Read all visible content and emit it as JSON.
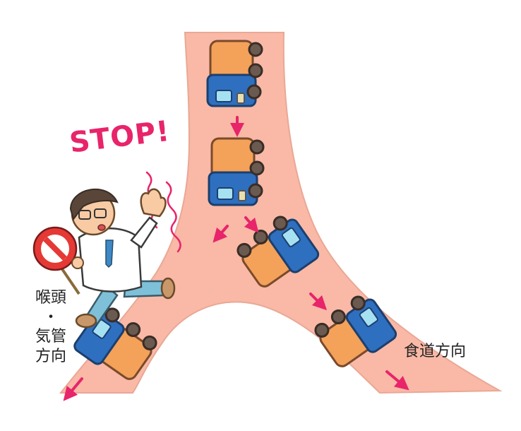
{
  "stop_text": "STOP!",
  "left_label": {
    "line1": "喉頭",
    "line2": "・",
    "line3": "気管",
    "line4": "方向"
  },
  "right_label": "食道方向",
  "colors": {
    "pharynx": "#f9b9a6",
    "truck_cab": "#2f6fbf",
    "truck_cargo": "#f4a15a",
    "arrow": "#e8246a",
    "coat": "#ffffff",
    "sign_red": "#e53935"
  },
  "icons": [
    "truck-icon",
    "down-arrow-icon",
    "stop-sign-icon",
    "doctor-figure-icon"
  ]
}
